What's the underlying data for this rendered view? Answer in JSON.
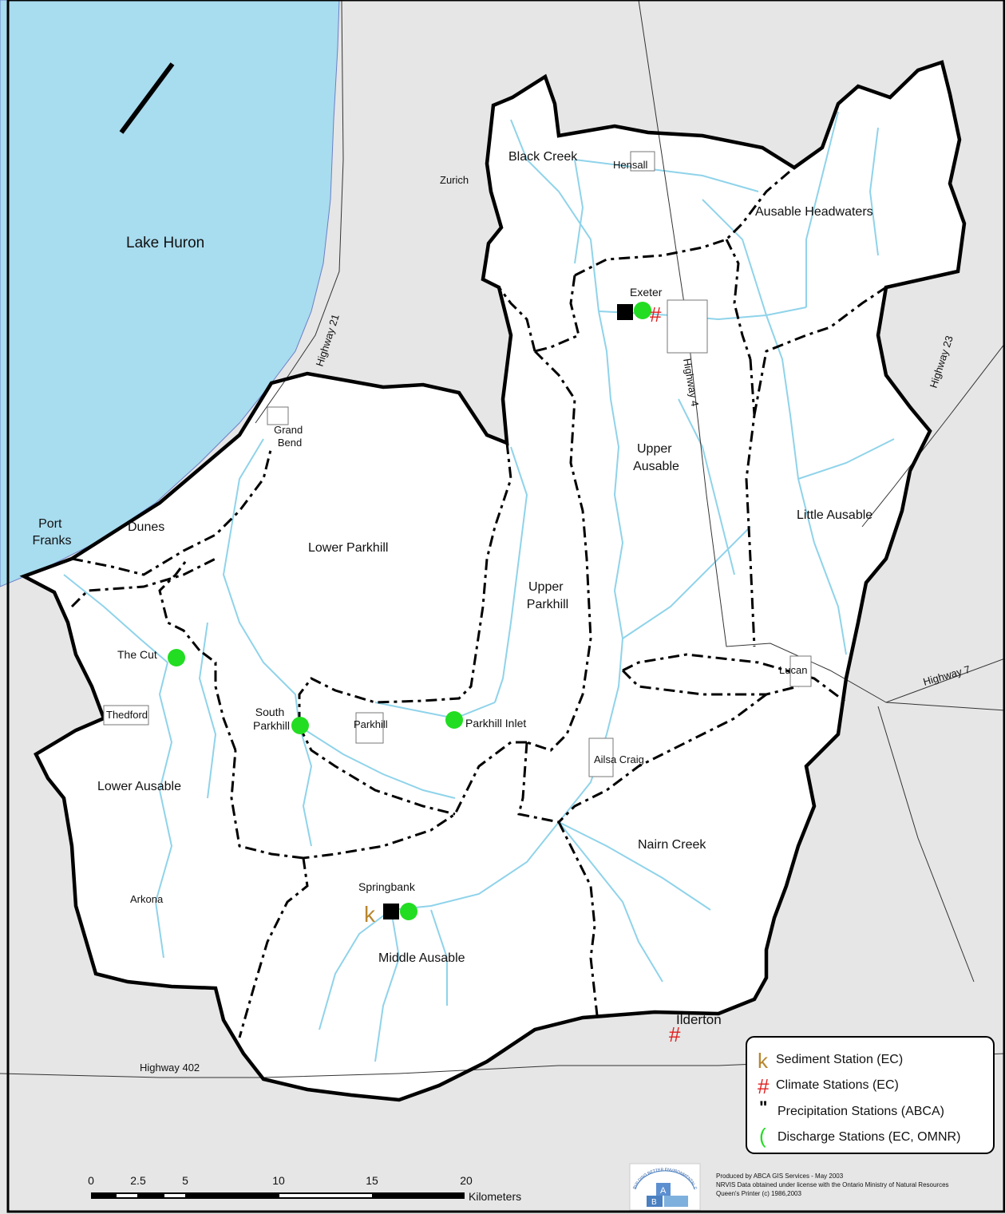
{
  "colors": {
    "water": "#a8dcef",
    "land": "#e6e6e6",
    "watershed": "#ffffff",
    "river": "#8fd3ea",
    "boundary": "#000000",
    "discharge": "#22dd22",
    "climate": "#e02020",
    "sediment": "#b8862e",
    "precip": "#000000"
  },
  "water": {
    "lake": "Lake Huron"
  },
  "subwatersheds": [
    "Black Creek",
    "Ausable Headwaters",
    "Upper Ausable",
    "Little Ausable",
    "Lower Parkhill",
    "Upper Parkhill",
    "Dunes",
    "Lower Ausable",
    "Nairn Creek",
    "Middle Ausable"
  ],
  "towns": [
    "Zurich",
    "Hensall",
    "Exeter",
    "Grand Bend",
    "Port Franks",
    "Thedford",
    "Parkhill",
    "Ailsa Craig",
    "Lucan",
    "Arkona",
    "Springbank",
    "Ilderton"
  ],
  "highways": [
    "Highway 21",
    "Highway 4",
    "Highway 23",
    "Highway 7",
    "Highway 402"
  ],
  "stations": {
    "the_cut": "The Cut",
    "south_parkhill": "South Parkhill",
    "parkhill_inlet": "Parkhill Inlet",
    "exeter": "Exeter",
    "springbank": "Springbank"
  },
  "legend": [
    {
      "symbol": "k",
      "icon": "sediment-icon",
      "label": "Sediment Station (EC)"
    },
    {
      "symbol": "#",
      "icon": "climate-icon",
      "label": "Climate Stations (EC)"
    },
    {
      "symbol": "\"",
      "icon": "precipitation-icon",
      "label": "Precipitation Stations (ABCA)"
    },
    {
      "symbol": "(",
      "icon": "discharge-icon",
      "label": "Discharge Stations (EC, OMNR)"
    }
  ],
  "scalebar": {
    "ticks": [
      "0",
      "2.5",
      "5",
      "10",
      "15",
      "20"
    ],
    "unit": "Kilometers"
  },
  "credits": [
    "Produced by ABCA GIS Services - May 2003",
    "NRVIS Data obtained under license with the Ontario Ministry of Natural Resources",
    "Queen's Printer (c) 1986,2003"
  ],
  "logo_text": "BUILDING BETTER ENVIRONMENTAL CONSCIENCE"
}
